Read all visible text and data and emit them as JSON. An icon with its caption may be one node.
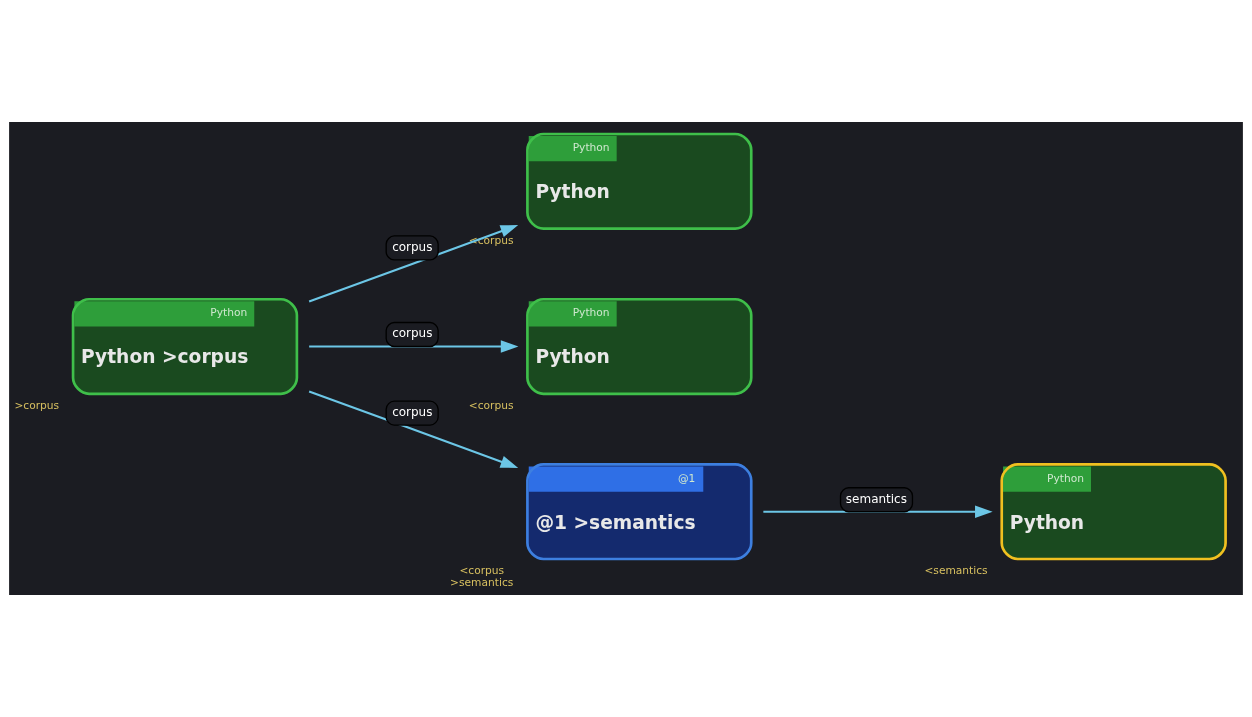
{
  "diagram": {
    "nodes": [
      {
        "text": [
          "Python",
          "Python >corpus"
        ],
        "beside": [
          ">corpus"
        ]
      },
      {
        "text": [
          "Python",
          "Python"
        ],
        "beside": [
          "<corpus"
        ]
      },
      {
        "text": [
          "Python",
          "Python"
        ],
        "beside": [
          "<corpus"
        ]
      },
      {
        "text": [
          "@1",
          "@1 >semantics"
        ],
        "beside": [
          "<corpus",
          ">semantics"
        ]
      },
      {
        "text": [
          "Python",
          "Python"
        ],
        "beside": [
          "<semantics"
        ]
      }
    ],
    "edges": [
      {
        "from": 0,
        "to": 1,
        "arrow": "to",
        "label": "corpus"
      },
      {
        "from": 0,
        "to": 2,
        "arrow": "to",
        "label": "corpus"
      },
      {
        "from": 0,
        "to": 3,
        "arrow": "to",
        "label": "corpus"
      },
      {
        "from": 3,
        "to": 4,
        "arrow": "to",
        "label": "semantics"
      }
    ]
  }
}
